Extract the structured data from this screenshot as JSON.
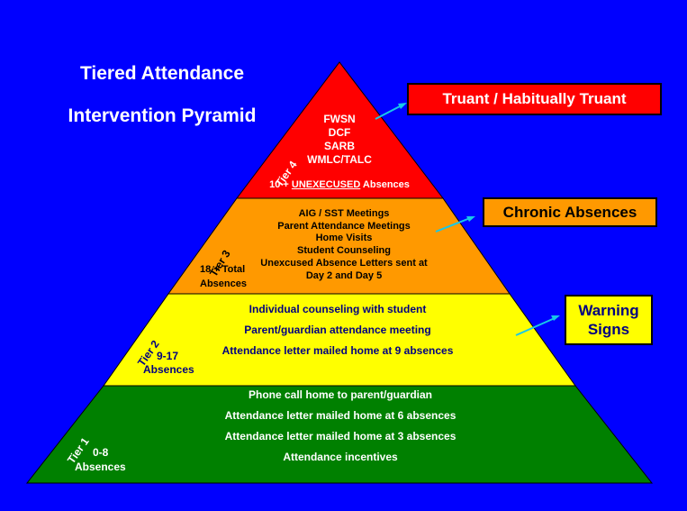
{
  "title": {
    "line1": "Tiered Attendance",
    "line2": "Intervention Pyramid"
  },
  "tier4": {
    "label": "Tier 4",
    "items": [
      "FWSN",
      "DCF",
      "SARB",
      "WMLC/TALC"
    ],
    "threshold_prefix": "10 + ",
    "threshold_emphasis": "UNEXECUSED",
    "threshold_suffix": " Absences",
    "callout": "Truant / Habitually Truant"
  },
  "tier3": {
    "label": "Tier 3",
    "items": [
      "AIG / SST Meetings",
      "Parent Attendance Meetings",
      "Home Visits",
      "Student Counseling",
      "Unexcused Absence Letters sent at",
      "Day 2 and Day 5"
    ],
    "range_line1": "18 + Total",
    "range_line2": "Absences",
    "callout": "Chronic Absences"
  },
  "tier2": {
    "label": "Tier 2",
    "items": [
      "Individual counseling with student",
      "Parent/guardian attendance meeting",
      "Attendance letter mailed home at 9 absences"
    ],
    "range_line1": "9-17",
    "range_line2": "Absences",
    "callout_line1": "Warning",
    "callout_line2": "Signs"
  },
  "tier1": {
    "label": "Tier 1",
    "items": [
      "Phone call home to parent/guardian",
      "Attendance letter mailed home at 6 absences",
      "Attendance letter mailed home at 3 absences",
      "Attendance incentives"
    ],
    "range_line1": "0-8",
    "range_line2": "Absences"
  },
  "colors": {
    "background": "#0000ff",
    "tier4": "#ff0000",
    "tier3": "#ff9900",
    "tier2": "#ffff00",
    "tier1": "#008000",
    "callout_arrow": "#18c8e8",
    "tier2_text": "#000080"
  }
}
